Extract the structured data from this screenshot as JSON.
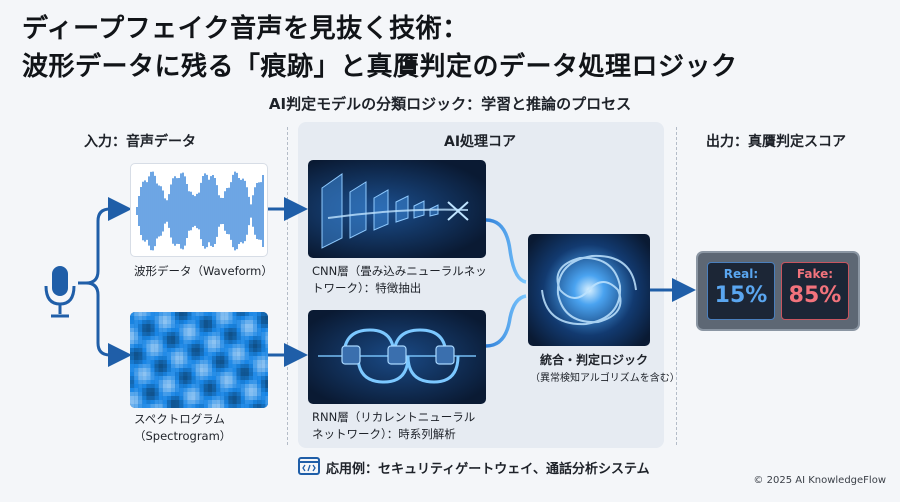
{
  "header": {
    "title_line1": "ディープフェイク音声を見抜く技術：",
    "title_line2": "波形データに残る「痕跡」と真贋判定のデータ処理ロジック",
    "subtitle": "AI判定モデルの分類ロジック：学習と推論のプロセス"
  },
  "columns": {
    "input": "入力：音声データ",
    "core": "AI処理コア",
    "output": "出力：真贋判定スコア"
  },
  "nodes": {
    "waveform": "波形データ（Waveform）",
    "spectrogram_line1": "スペクトログラム",
    "spectrogram_line2": "（Spectrogram）",
    "cnn_line1": "CNN層（畳み込みニューラルネッ",
    "cnn_line2": "トワーク）：特徴抽出",
    "rnn_line1": "RNN層（リカレントニューラル",
    "rnn_line2": "ネットワーク）：時系列解析",
    "integration": "統合・判定ロジック",
    "integration_sub": "（異常検知アルゴリズムを含む）"
  },
  "score": {
    "real_label": "Real:",
    "real_value": "15%",
    "real_fraction": 0.15,
    "fake_label": "Fake:",
    "fake_value": "85%",
    "fake_fraction": 0.85
  },
  "footer": {
    "application": "応用例：セキュリティゲートウェイ、通話分析システム",
    "copyright": "© 2025 AI KnowledgeFlow"
  },
  "icons": {
    "microphone": "microphone-icon",
    "application": "code-window-icon"
  },
  "colors": {
    "accent": "#2f7fd8",
    "real": "#5aa6f0",
    "fake": "#f2737c",
    "tile_dark": "#0a1a33"
  }
}
